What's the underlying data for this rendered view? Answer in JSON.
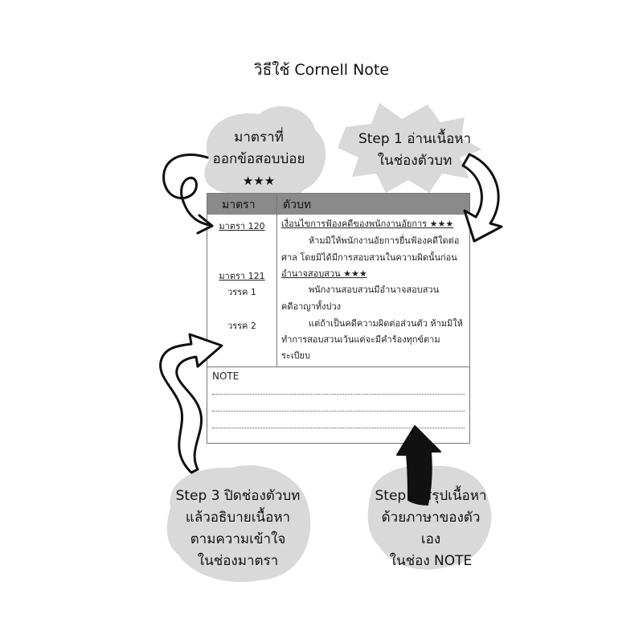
{
  "title": "วิธีใช้ Cornell Note",
  "bubbles": {
    "top_left": {
      "line1": "มาตราที่",
      "line2": "ออกข้อสอบบ่อย",
      "stars": "★★★"
    },
    "step1": {
      "line1": "Step 1 อ่านเนื้อหา",
      "line2": "ในช่องตัวบท"
    },
    "step2": {
      "line1": "Step 2 สรุปเนื้อหา",
      "line2": "ด้วยภาษาของตัวเอง",
      "line3": "ในช่อง NOTE"
    },
    "step3": {
      "line1": "Step 3 ปิดช่องตัวบท",
      "line2": "แล้วอธิบายเนื้อหา",
      "line3": "ตามความเข้าใจ",
      "line4": "ในช่องมาตรา"
    }
  },
  "note_box": {
    "head_cue": "มาตรา",
    "head_body": "ตัวบท",
    "cues": {
      "c1": "มาตรา 120",
      "c2": "มาตรา 121",
      "c3": "วรรค 1",
      "c4": "วรรค 2"
    },
    "lines": {
      "l1": "เงื่อนไขการฟ้องคดีของพนักงานอัยการ ★★★",
      "l2": "ห้ามมิให้พนักงานอัยการยื่นฟ้องคดีใดต่อ",
      "l3": "ศาล โดยมิได้มีการสอบสวนในความผิดนั้นก่อน",
      "l4": "อำนาจสอบสวน ★★★",
      "l5": "พนักงานสอบสวนมีอำนาจสอบสวน",
      "l6": "คดีอาญาทั้งปวง",
      "l7": "แต่ถ้าเป็นคดีความผิดต่อส่วนตัว ห้ามมิให้",
      "l8": "ทำการสอบสวนเว้นแต่จะมีคำร้องทุกข์ตาม",
      "l9": "ระเบียบ"
    },
    "note_label": "NOTE"
  },
  "colors": {
    "bubble": "#d9d9d9",
    "header": "#8a8a8a",
    "arrow_fill": "#111111",
    "arrow_outline": "#111111"
  }
}
